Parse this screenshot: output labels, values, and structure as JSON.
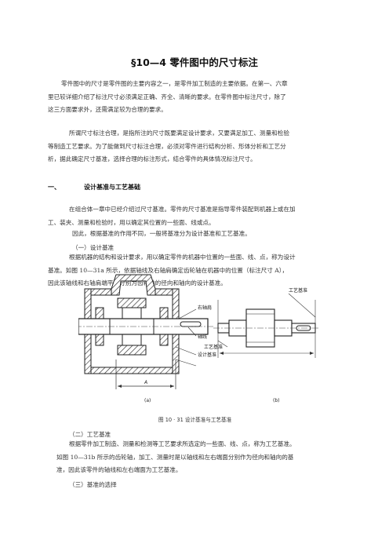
{
  "section_title": "§10—4   零件图中的尺寸标注",
  "intro": {
    "lines": [
      "零件图中的尺寸是零件图的主要内容之一，是零件加工制造的主要依据。在第一、六章",
      "里已较详细介绍了标注尺寸必须满足正确、齐全、清晰的要求。在零件图中标注尺寸，除了",
      "这三方面要求外，还需满足较为合理的要求。"
    ]
  },
  "reasonable": {
    "lines": [
      "所谓尺寸标注合理，是指所注的尺寸既要满足设计要求，又要满足加工、测量和检验",
      "等制造工艺要求。为了能做到尺寸标注合理，必须对零件进行结构分析、形体分析和工艺分",
      "析，据此确定尺寸基准，选择合理的标注形式，结合零件的具体情况标注尺寸。"
    ]
  },
  "heading1": {
    "number": "一、",
    "text": "设计基准与工艺基础"
  },
  "basis_intro": {
    "lines": [
      "在组合体一章中已经介绍过尺寸基准。零件的尺寸基准是指导零件装配到机器上或在加",
      "工、装夹、测量和检验时，用以确定其位置的一些面、线或点。"
    ]
  },
  "basis_types": "因此，根据基准的作用不同，一般将基准分为设计基准和工艺基准。",
  "sub1": "（一）设计基准",
  "design_basis": {
    "lines": [
      "根据机器的结构和设计要求，用以确定零件的机器中位置的一些面、线、点，称为设计",
      "基准。如图 10—31a 所示，依据轴线及右轴肩确定齿轮轴在机器中的位置（标注尺寸 A），",
      "因此该轴线和右轴肩端平面分别为齿轮轴的径向和轴向的设计基准。"
    ]
  },
  "figure": {
    "label_shaft_shoulder": "右轴肩",
    "label_axis": "轴线",
    "label_design_basis": "设计基准",
    "label_dim_a": "A",
    "label_process_basis": "工艺基准",
    "label_a": "(a)",
    "label_b": "(b)",
    "caption": "图 10 · 31   设计基准与工艺基准"
  },
  "sub2": "（二）工艺基准",
  "process_basis": {
    "lines": [
      "根据零件加工制造、测量和检测等工艺要求所选定的一些面、线、点，称为工艺基准。",
      "如图 10—31b 所示的齿轮轴，加工、测量时是以轴线和左右端面分别作为径向和轴向的基",
      "准，因此该零件的轴线和左右端面为工艺基准。"
    ]
  },
  "sub3": "（三）基准的选择"
}
